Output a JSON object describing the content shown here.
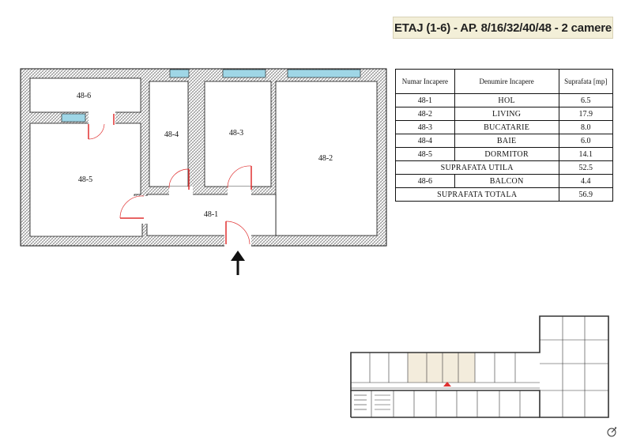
{
  "header": {
    "title": "ETAJ (1-6) - AP. 8/16/32/40/48 - 2 camere"
  },
  "plan": {
    "rooms": [
      {
        "id": "48-1"
      },
      {
        "id": "48-2"
      },
      {
        "id": "48-3"
      },
      {
        "id": "48-4"
      },
      {
        "id": "48-5"
      },
      {
        "id": "48-6"
      }
    ]
  },
  "table": {
    "headers": {
      "number": "Numar Incapere",
      "name": "Denumire Incapere",
      "area": "Suprafata [mp]"
    },
    "rows": [
      {
        "number": "48-1",
        "name": "HOL",
        "area": "6.5"
      },
      {
        "number": "48-2",
        "name": "LIVING",
        "area": "17.9"
      },
      {
        "number": "48-3",
        "name": "BUCATARIE",
        "area": "8.0"
      },
      {
        "number": "48-4",
        "name": "BAIE",
        "area": "6.0"
      },
      {
        "number": "48-5",
        "name": "DORMITOR",
        "area": "14.1"
      }
    ],
    "usable": {
      "label": "SUPRAFATA UTILA",
      "area": "52.5"
    },
    "balcony": {
      "number": "48-6",
      "name": "BALCON",
      "area": "4.4"
    },
    "total": {
      "label": "SUPRAFATA TOTALA",
      "area": "56.9"
    }
  },
  "colors": {
    "wall_hatch": "#888888",
    "window": "#9fd6e6",
    "door": "#e03030",
    "highlight": "#f3ecdc",
    "title_bg": "#f3efd8"
  },
  "icons": [
    "entrance-arrow-icon",
    "compass-icon"
  ]
}
